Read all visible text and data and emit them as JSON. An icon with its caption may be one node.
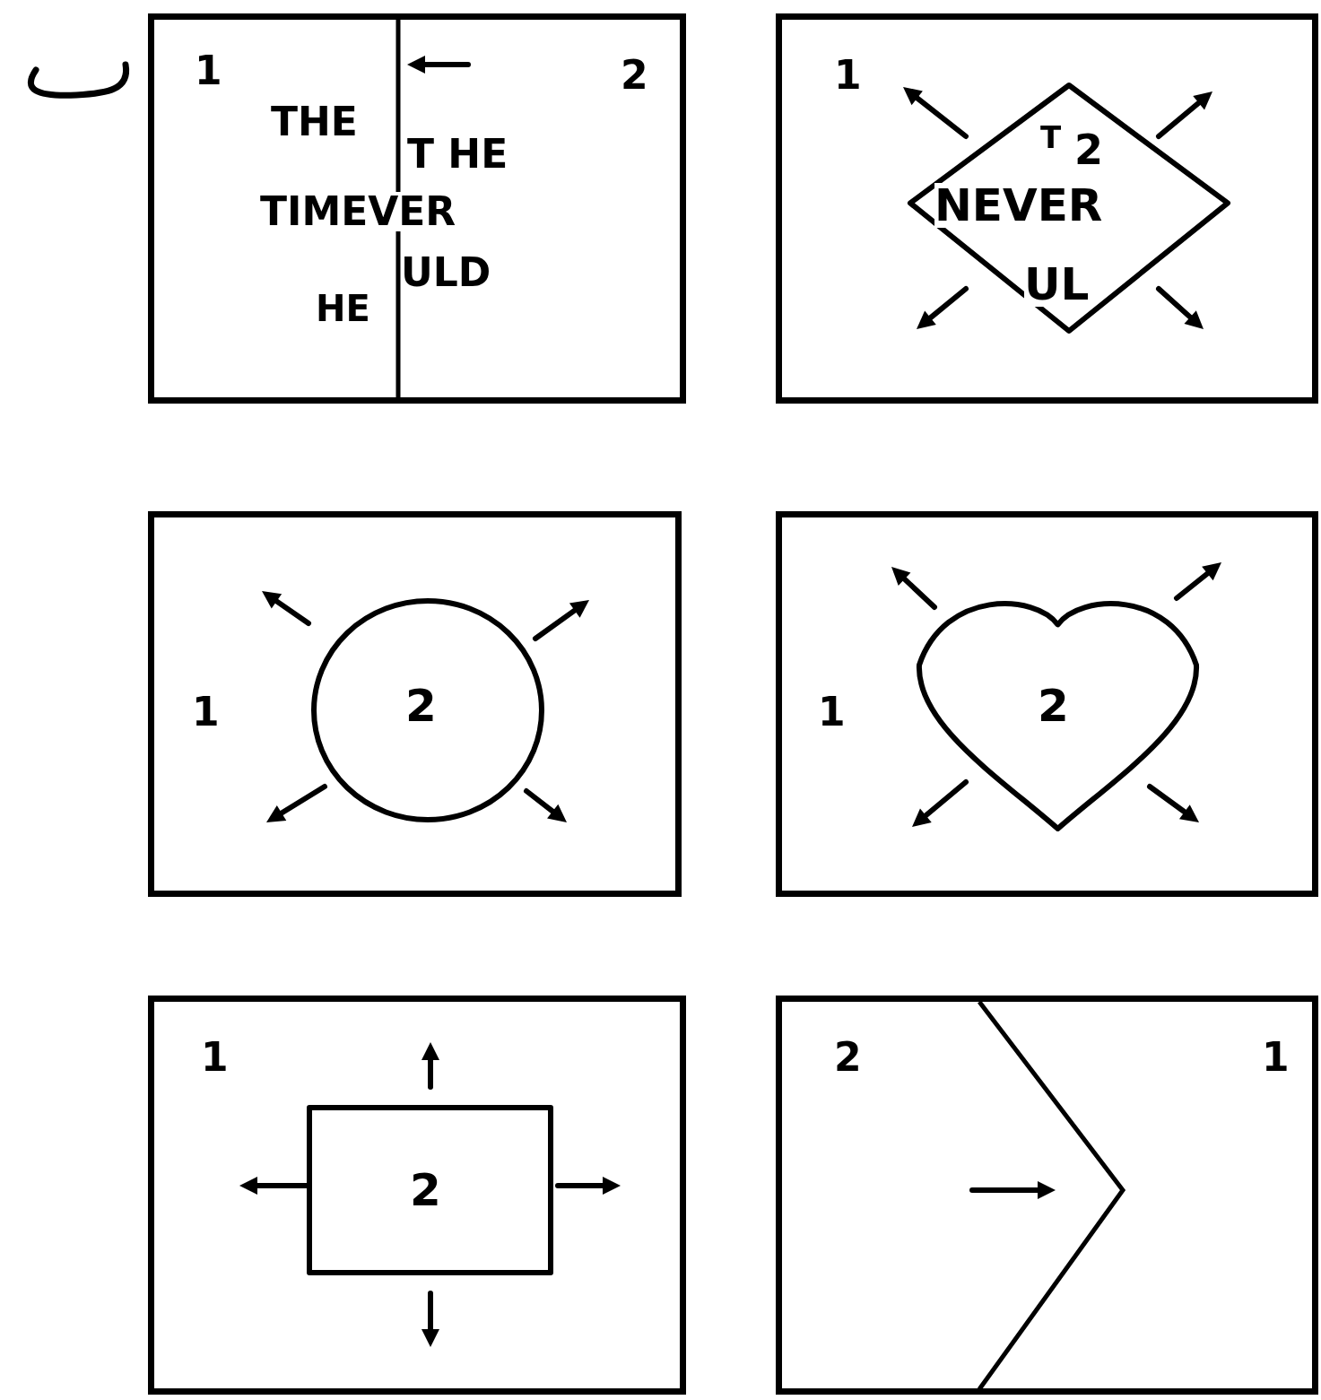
{
  "diagram": {
    "nodes": [
      {
        "text": [
          "1",
          "2",
          "THE",
          "T HE",
          "TIMEVER",
          "ULD",
          "HE"
        ]
      },
      {
        "text": [
          "1"
        ]
      },
      {
        "text": [
          "T",
          "2",
          "NEVER",
          "UL"
        ],
        "in": 1
      },
      {
        "text": [
          "1"
        ]
      },
      {
        "text": [
          "2"
        ],
        "in": 3
      },
      {
        "text": [
          "1"
        ]
      },
      {
        "text": [
          "2"
        ],
        "in": 5
      },
      {
        "text": [
          "1"
        ]
      },
      {
        "text": [
          "2"
        ],
        "in": 7
      },
      {
        "text": [
          "2",
          "1"
        ]
      }
    ]
  }
}
